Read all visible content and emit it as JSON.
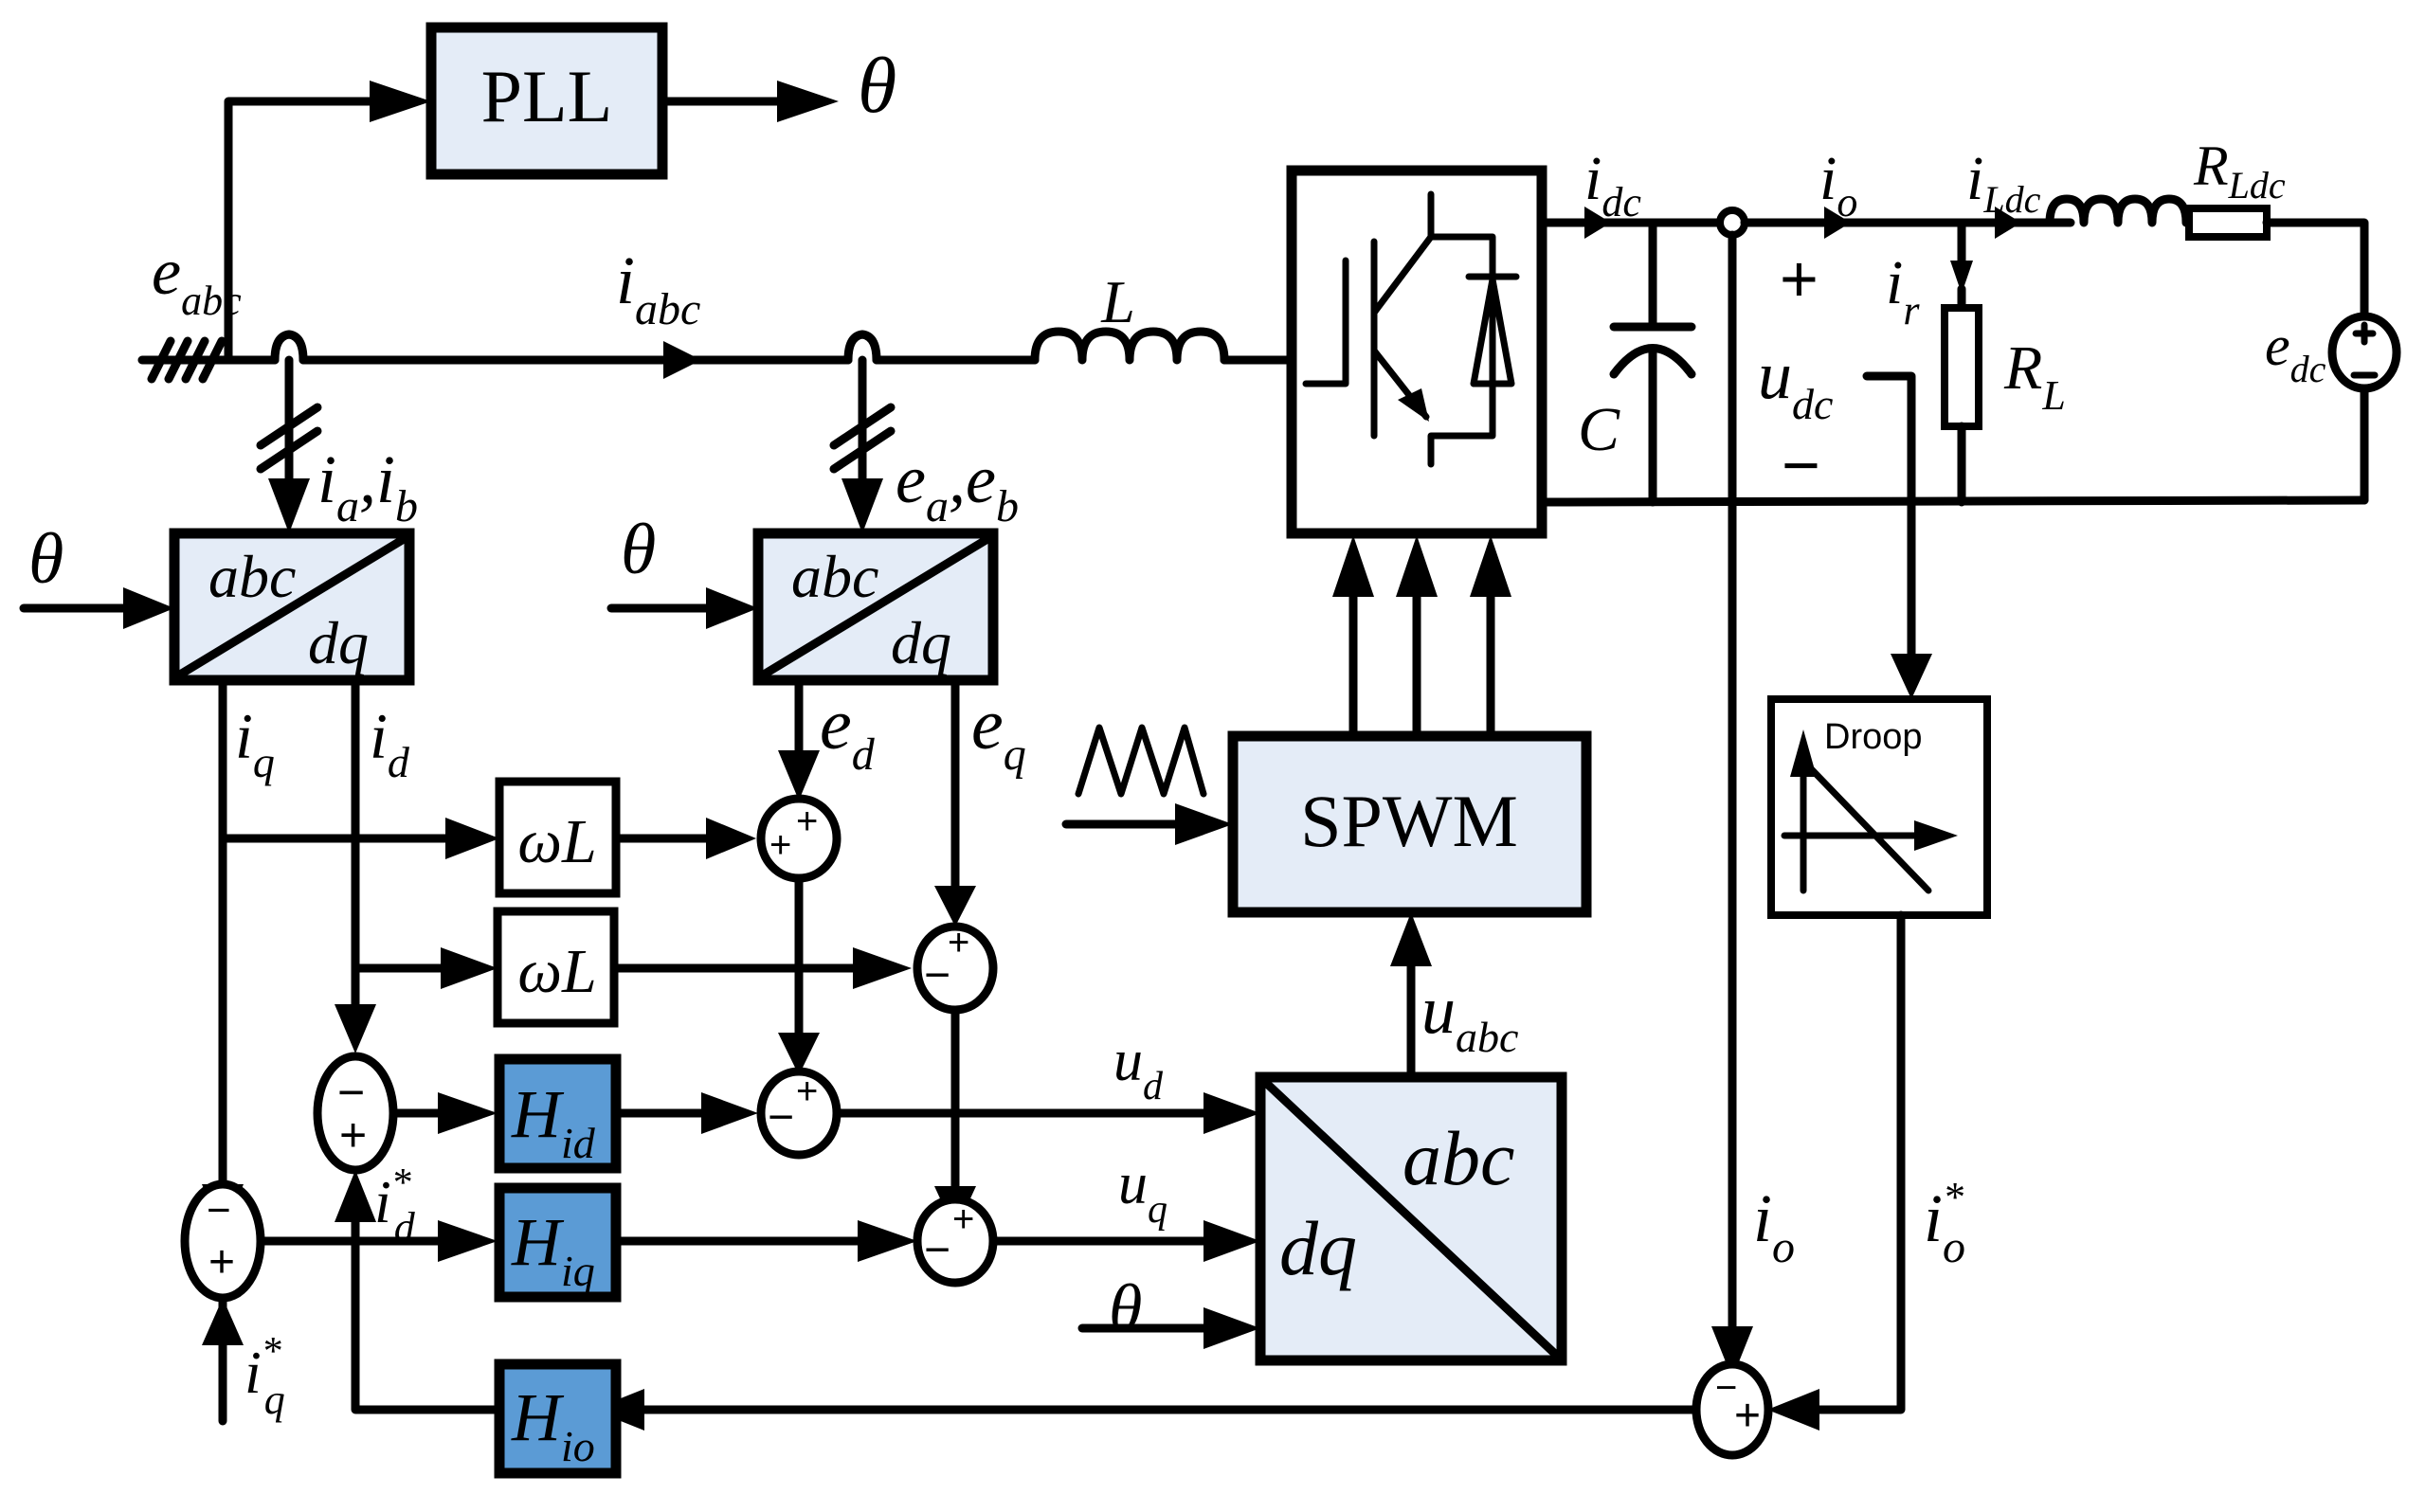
{
  "colors": {
    "block_light": "#e4ecf7",
    "block_controller": "#5b9bd5",
    "line": "#000000"
  },
  "blocks": {
    "pll": "PLL",
    "spwm": "SPWM",
    "droop": "Droop",
    "abc_dq_1": {
      "top": "abc",
      "bottom": "dq"
    },
    "abc_dq_2": {
      "top": "abc",
      "bottom": "dq"
    },
    "dq_abc": {
      "left": "dq",
      "right": "abc"
    },
    "wl_1": "ωL",
    "wl_2": "ωL",
    "h_id": {
      "main": "H",
      "sub": "id"
    },
    "h_iq": {
      "main": "H",
      "sub": "iq"
    },
    "h_io": {
      "main": "H",
      "sub": "io"
    }
  },
  "signals": {
    "theta_pll": "θ",
    "theta_1": "θ",
    "theta_2": "θ",
    "theta_3": "θ",
    "e_abc": {
      "main": "e",
      "sub": "abc"
    },
    "i_abc": {
      "main": "i",
      "sub": "abc"
    },
    "inductor_L": "L",
    "ia_ib": {
      "a": "i",
      "asub": "a",
      "sep": ",",
      "b": "i",
      "bsub": "b"
    },
    "ea_eb": {
      "a": "e",
      "asub": "a",
      "sep": ",",
      "b": "e",
      "bsub": "b"
    },
    "iq": {
      "main": "i",
      "sub": "q"
    },
    "id": {
      "main": "i",
      "sub": "d"
    },
    "ed": {
      "main": "e",
      "sub": "d"
    },
    "eq": {
      "main": "e",
      "sub": "q"
    },
    "id_ref": {
      "main": "i",
      "sub": "d",
      "sup": "*"
    },
    "iq_ref": {
      "main": "i",
      "sub": "q",
      "sup": "*"
    },
    "ud": {
      "main": "u",
      "sub": "d"
    },
    "uq": {
      "main": "u",
      "sub": "q"
    },
    "u_abc": {
      "main": "u",
      "sub": "abc"
    },
    "i_dc": {
      "main": "i",
      "sub": "dc"
    },
    "i_o_top": {
      "main": "i",
      "sub": "o"
    },
    "i_Ldc": {
      "main": "i",
      "sub": "Ldc"
    },
    "R_Ldc": {
      "main": "R",
      "sub": "Ldc"
    },
    "i_r": {
      "main": "i",
      "sub": "r"
    },
    "R_L": {
      "main": "R",
      "sub": "L"
    },
    "e_dc": {
      "main": "e",
      "sub": "dc"
    },
    "capacitor_C": "C",
    "u_dc": {
      "main": "u",
      "sub": "dc"
    },
    "plus": "+",
    "minus": "−",
    "i_o_fb": {
      "main": "i",
      "sub": "o"
    },
    "i_o_ref": {
      "main": "i",
      "sub": "o",
      "sup": "*"
    }
  },
  "summing_signs": {
    "s_ff_d": [
      "+",
      "+"
    ],
    "s_ff_q": [
      "+",
      "−"
    ],
    "s_err_d": [
      "−",
      "+"
    ],
    "s_out_d": [
      "+",
      "−"
    ],
    "s_err_q": [
      "−",
      "+"
    ],
    "s_out_q": [
      "+",
      "−"
    ],
    "s_io": [
      "−",
      "+"
    ]
  }
}
